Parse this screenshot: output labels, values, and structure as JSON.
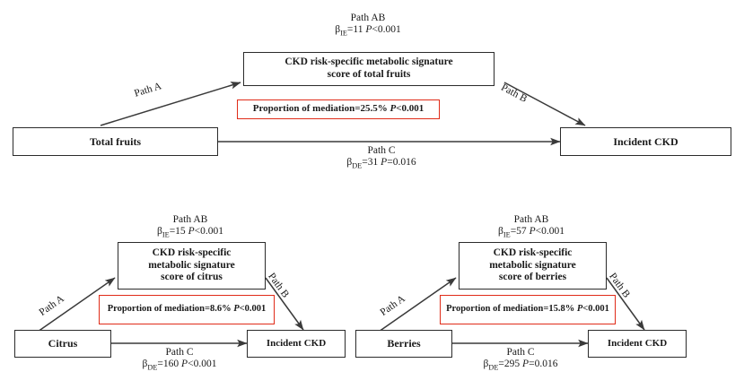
{
  "figure": {
    "type": "mediation-diagram",
    "panels": [
      {
        "id": "total-fruits",
        "exposure": "Total fruits",
        "outcome": "Incident CKD",
        "mediator_lines": [
          "CKD risk-specific metabolic signature",
          "score of total fruits"
        ],
        "path_a_label": "Path A",
        "path_b_label": "Path B",
        "path_c_label": "Path C",
        "path_ab_label": "Path AB",
        "indirect_beta_symbol": "β",
        "indirect_beta_sub": "IE",
        "indirect_beta_value": "=11",
        "indirect_p_prefix": "P",
        "indirect_p_value": "<0.001",
        "direct_beta_symbol": "β",
        "direct_beta_sub": "DE",
        "direct_beta_value": "=31",
        "direct_p_prefix": "P",
        "direct_p_value": "=0.016",
        "mediation_lines": [
          "Proportion of mediation=25.5% "
        ],
        "mediation_p_prefix": "P",
        "mediation_p_value": "<0.001",
        "mediation_one_line": true
      },
      {
        "id": "citrus",
        "exposure": "Citrus",
        "outcome": "Incident CKD",
        "mediator_lines": [
          "CKD risk-specific",
          "metabolic signature",
          "score of citrus"
        ],
        "path_a_label": "Path A",
        "path_b_label": "Path B",
        "path_c_label": "Path C",
        "path_ab_label": "Path AB",
        "indirect_beta_symbol": "β",
        "indirect_beta_sub": "IE",
        "indirect_beta_value": "=15",
        "indirect_p_prefix": "P",
        "indirect_p_value": "<0.001",
        "direct_beta_symbol": "β",
        "direct_beta_sub": "DE",
        "direct_beta_value": "=160",
        "direct_p_prefix": "P",
        "direct_p_value": "<0.001",
        "mediation_lines": [
          "Proportion of mediation=8.6%"
        ],
        "mediation_p_prefix": "P",
        "mediation_p_value": "<0.001",
        "mediation_one_line": false
      },
      {
        "id": "berries",
        "exposure": "Berries",
        "outcome": "Incident CKD",
        "mediator_lines": [
          "CKD risk-specific",
          "metabolic signature",
          "score of berries"
        ],
        "path_a_label": "Path A",
        "path_b_label": "Path B",
        "path_c_label": "Path C",
        "path_ab_label": "Path AB",
        "indirect_beta_symbol": "β",
        "indirect_beta_sub": "IE",
        "indirect_beta_value": "=57",
        "indirect_p_prefix": "P",
        "indirect_p_value": "<0.001",
        "direct_beta_symbol": "β",
        "direct_beta_sub": "DE",
        "direct_beta_value": "=295",
        "direct_p_prefix": "P",
        "direct_p_value": "=0.016",
        "mediation_lines": [
          "Proportion of mediation=15.8%"
        ],
        "mediation_p_prefix": "P",
        "mediation_p_value": "<0.001",
        "mediation_one_line": false
      }
    ],
    "colors": {
      "box_border": "#2b2b2b",
      "mediation_border": "#e02b18",
      "arrow": "#3a3a3a",
      "text": "#1a1a1a",
      "background": "#ffffff"
    }
  }
}
